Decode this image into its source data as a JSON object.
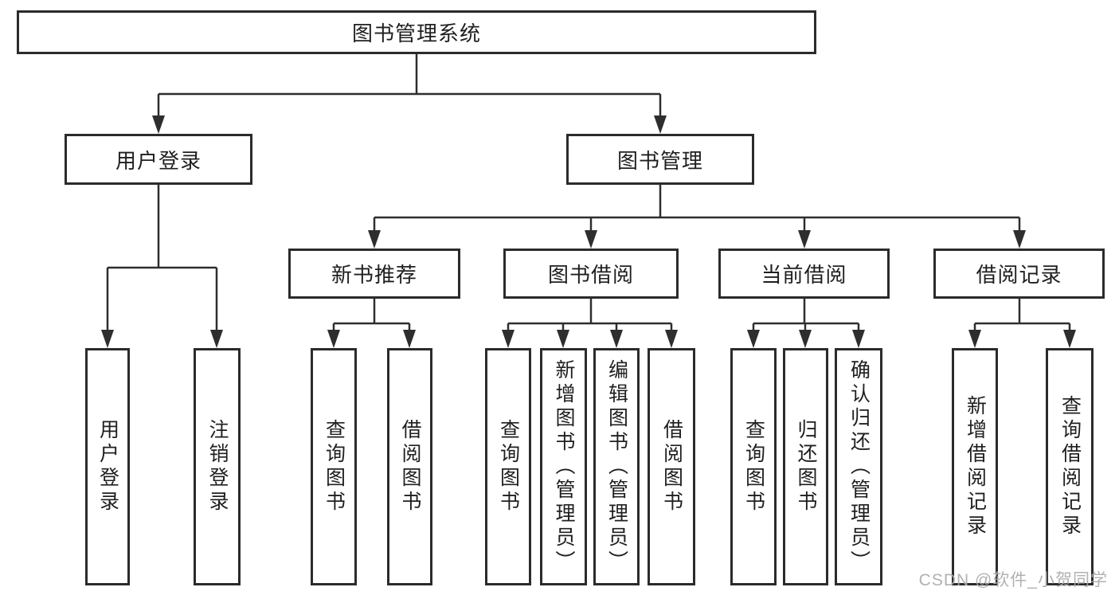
{
  "diagram": {
    "root": {
      "label": "图书管理系统"
    },
    "level2": [
      {
        "id": "user-login",
        "label": "用户登录"
      },
      {
        "id": "book-management",
        "label": "图书管理"
      }
    ],
    "level3": [
      {
        "id": "new-book-recommend",
        "parent": "book-management",
        "label": "新书推荐"
      },
      {
        "id": "book-borrow",
        "parent": "book-management",
        "label": "图书借阅"
      },
      {
        "id": "current-borrow",
        "parent": "book-management",
        "label": "当前借阅"
      },
      {
        "id": "borrow-records",
        "parent": "book-management",
        "label": "借阅记录"
      }
    ],
    "leaves": [
      {
        "parent": "user-login",
        "label": "用户登录"
      },
      {
        "parent": "user-login",
        "label": "注销登录"
      },
      {
        "parent": "new-book-recommend",
        "label": "查询图书"
      },
      {
        "parent": "new-book-recommend",
        "label": "借阅图书"
      },
      {
        "parent": "book-borrow",
        "label": "查询图书"
      },
      {
        "parent": "book-borrow",
        "label": "新增图书（管理员）"
      },
      {
        "parent": "book-borrow",
        "label": "编辑图书（管理员）"
      },
      {
        "parent": "book-borrow",
        "label": "借阅图书"
      },
      {
        "parent": "current-borrow",
        "label": "查询图书"
      },
      {
        "parent": "current-borrow",
        "label": "归还图书"
      },
      {
        "parent": "current-borrow",
        "label": "确认归还（管理员）"
      },
      {
        "parent": "borrow-records",
        "label": "新增借阅记录"
      },
      {
        "parent": "borrow-records",
        "label": "查询借阅记录"
      }
    ],
    "colors": {
      "line": "#2e2e2e",
      "box_border": "#2b2b2b",
      "text": "#1f1f1f",
      "background": "#ffffff",
      "watermark": "#ababab"
    }
  },
  "watermark": {
    "text": "CSDN @软件_小贺同学"
  }
}
